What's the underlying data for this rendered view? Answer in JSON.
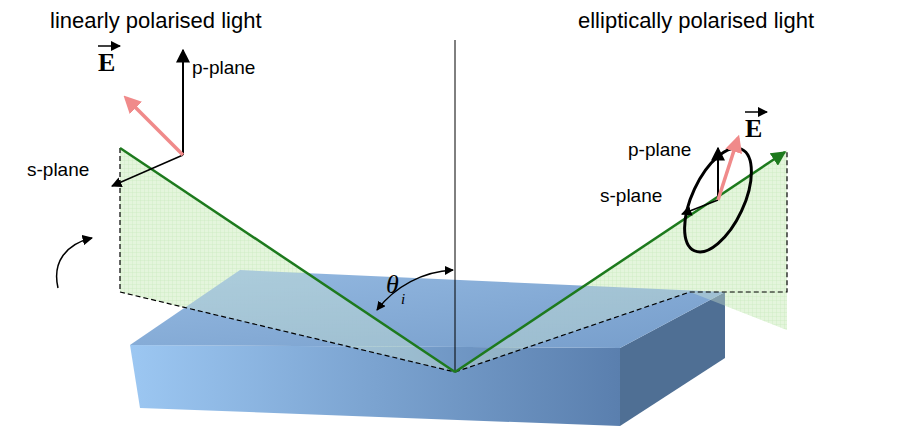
{
  "diagram": {
    "labels": [
      "linearly polarised light",
      "elliptically polarised light",
      "E",
      "p-plane",
      "s-plane",
      "θ",
      "i",
      "p-plane",
      "E",
      "s-plane"
    ]
  }
}
